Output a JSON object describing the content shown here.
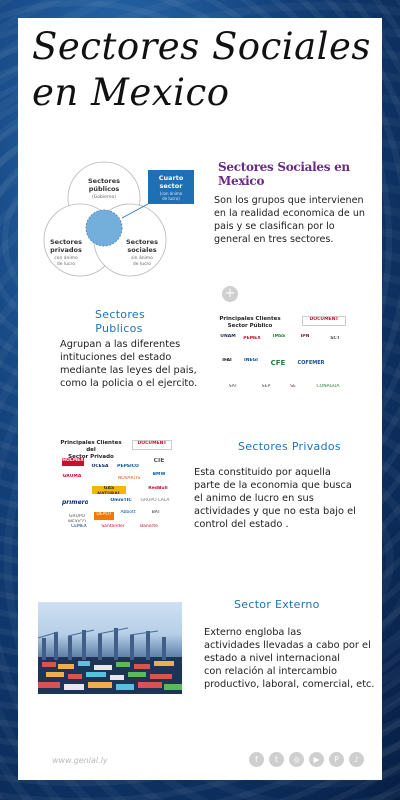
{
  "title": "Sectores Sociales en Mexico",
  "venn": {
    "publicos": [
      "Sectores",
      "públicos",
      "(Gobierno)"
    ],
    "privados": [
      "Sectores",
      "privados",
      "con ánimo",
      "de lucro"
    ],
    "sociales": [
      "Sectores",
      "sociales",
      "sin ánimo",
      "de lucro"
    ],
    "cuarto": [
      "Cuarto",
      "sector",
      "(con ánimo",
      "de lucro)"
    ]
  },
  "intro": {
    "heading": "Sectores Sociales en Mexico",
    "text_lines": [
      "Son los grupos que intervienen",
      "en la realidad economica de un",
      "pais y se clasifican por lo",
      "general en tres sectores."
    ]
  },
  "publicos": {
    "heading_lines": [
      "Sectores",
      "Publicos"
    ],
    "text_lines": [
      "Agrupan a las diferentes",
      "intituciones del estado",
      "mediante las leyes del pais,",
      "como la policia o el ejercito."
    ],
    "plus": "+",
    "panel_title": [
      "Principales Clientes",
      "Sector Público"
    ],
    "logos": [
      "DOCUMENT",
      "UNAM",
      "PEMEX",
      "IMSS",
      "IPN",
      "SCT",
      "IFAI",
      "INEGI",
      "CFE",
      "COFEMER",
      "SAT",
      "SEP",
      "SE",
      "CONAGUA"
    ]
  },
  "privados": {
    "heading": "Sectores Privados",
    "text_lines": [
      "Esta constituido por aquella",
      "parte de la economia que busca",
      "el animo de lucro en sus",
      "actividades y que no esta bajo el",
      "control del estado ."
    ],
    "panel_title": [
      "Principales Clientes del",
      "Sector Privado"
    ],
    "logos": [
      "DOCUMENT",
      "HOLMEX",
      "OCESA",
      "PEPSICO",
      "CIE",
      "GRUMA",
      "NOVARTIS",
      "GAS NATURAL",
      "BMW",
      "primero",
      "OmniTIC",
      "GRUPO LALA",
      "RedBull",
      "GRUPO MEXICO",
      "DEPOT",
      "Abbott",
      "BAT",
      "CEMEX",
      "Santander",
      "Banorte"
    ]
  },
  "externo": {
    "heading": "Sector Externo",
    "text_lines": [
      "Externo engloba las",
      "actividades llevadas a cabo por el",
      "estado a nivel internacional",
      "con relación al intercambio",
      "productivo, laboral, comercial, etc."
    ]
  },
  "footer": {
    "url": "www.genial.ly",
    "social": [
      "f",
      "t",
      "◎",
      "▶",
      "P",
      "♪"
    ]
  },
  "colors": {
    "purple": "#6a2a86",
    "blue": "#1e72b8",
    "cuarto_box": "#1f6fb4",
    "overlap": "#74aedb"
  }
}
